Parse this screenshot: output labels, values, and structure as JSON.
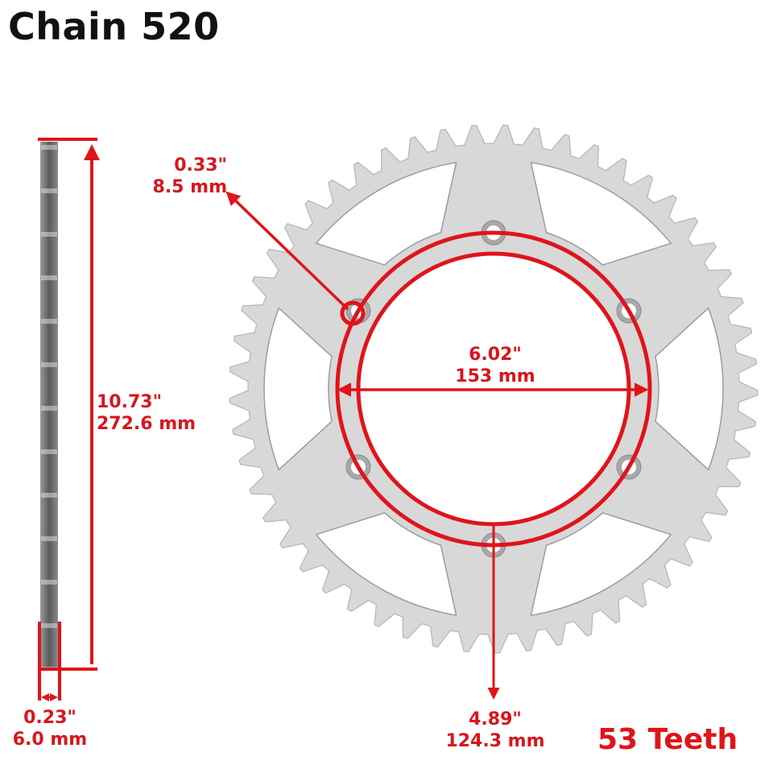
{
  "title": "Chain 520",
  "colors": {
    "accent_red": "#e0141b",
    "title_black": "#111111",
    "metal_gray": "#d6d6d6",
    "background": "#ffffff"
  },
  "dimensions": {
    "bolt_hole": {
      "inches": "0.33\"",
      "mm": "8.5 mm"
    },
    "overall_diameter": {
      "inches": "10.73\"",
      "mm": "272.6 mm"
    },
    "thickness": {
      "inches": "0.23\"",
      "mm": "6.0 mm"
    },
    "center_bore": {
      "inches": "6.02\"",
      "mm": "153 mm"
    },
    "bolt_circle": {
      "inches": "4.89\"",
      "mm": "124.3 mm"
    }
  },
  "teeth_label": "53 Teeth",
  "sprocket": {
    "teeth": 53,
    "bolt_holes": 6
  }
}
